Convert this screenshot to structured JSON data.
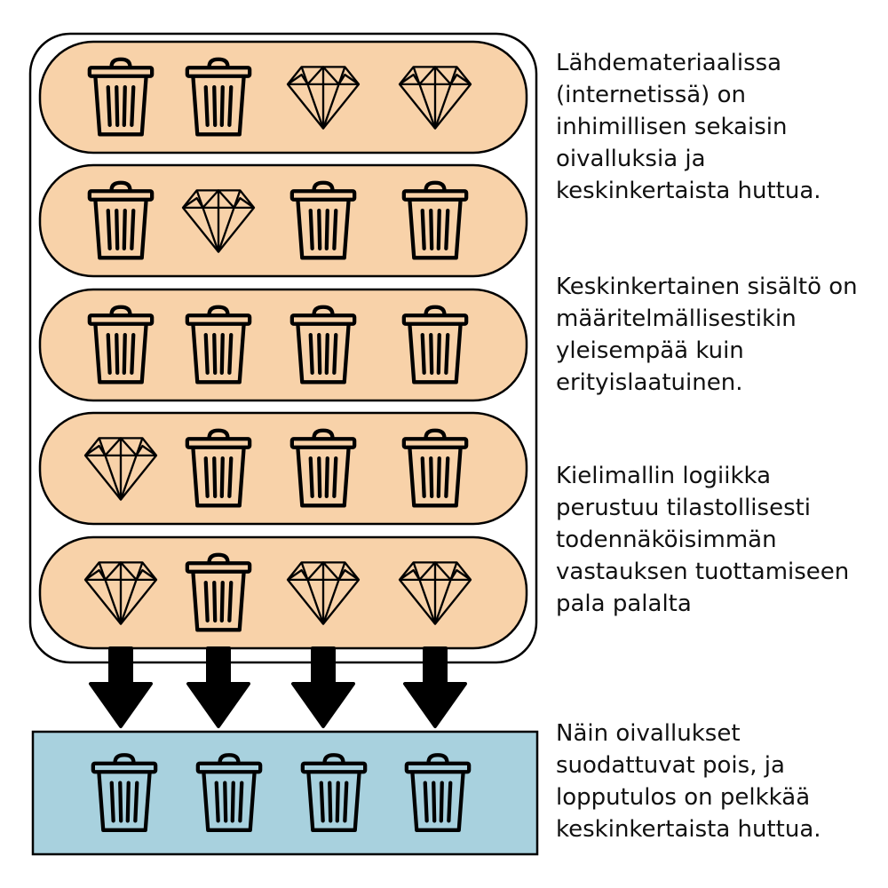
{
  "colors": {
    "layer_fill": "#f8d2a9",
    "output_fill": "#a8d1de",
    "stroke": "#000000",
    "background": "#ffffff"
  },
  "layers": [
    [
      "trash-icon",
      "trash-icon",
      "diamond-icon",
      "diamond-icon"
    ],
    [
      "trash-icon",
      "diamond-icon",
      "trash-icon",
      "trash-icon"
    ],
    [
      "trash-icon",
      "trash-icon",
      "trash-icon",
      "trash-icon"
    ],
    [
      "diamond-icon",
      "trash-icon",
      "trash-icon",
      "trash-icon"
    ],
    [
      "diamond-icon",
      "trash-icon",
      "diamond-icon",
      "diamond-icon"
    ]
  ],
  "output": [
    "trash-icon",
    "trash-icon",
    "trash-icon",
    "trash-icon"
  ],
  "captions": {
    "source": "Lähdemateriaalissa\n(internetissä) on\ninhimillisen sekaisin\noivalluksia ja\nkeskinkertaista huttua.",
    "average": "Keskinkertainen sisältö on\nmääritelmällisestikin\nyleisempää kuin\nerityislaatuinen.",
    "logic": "Kielimallin logiikka\nperustuu tilastollisesti\ntodennäköisimmän\nvastauksen tuottamiseen\npala palalta",
    "result": "Näin oivallukset\nsuodattuvat pois, ja\nlopputulos on pelkkää\nkeskinkertaista huttua."
  }
}
